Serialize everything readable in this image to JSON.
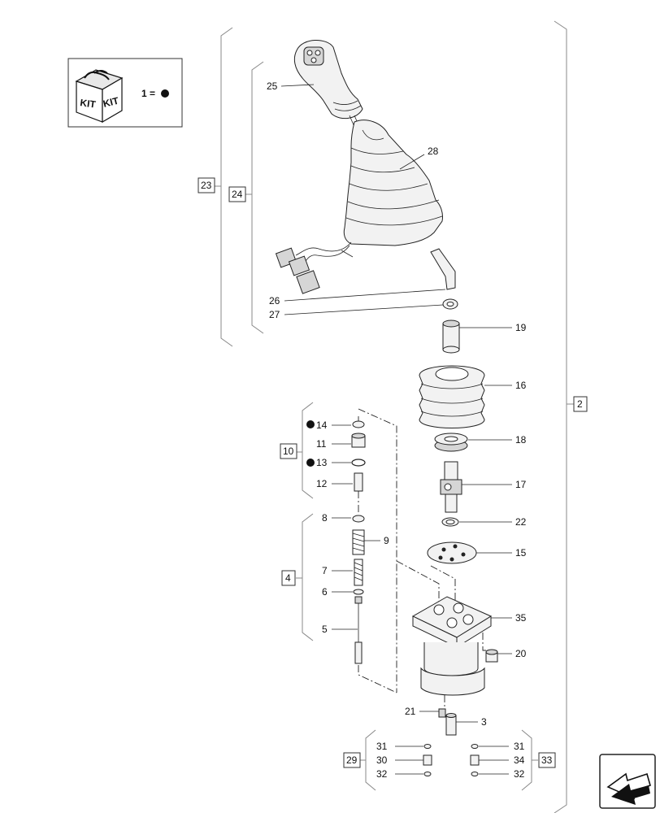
{
  "kit": {
    "badge": [
      "KIT",
      "KIT"
    ],
    "legend_text": "1 ="
  },
  "nav_icon": "arrow-back-icon",
  "callouts": [
    {
      "id": "c25",
      "label": "25"
    },
    {
      "id": "c28",
      "label": "28"
    },
    {
      "id": "c23",
      "label": "23",
      "boxed": true
    },
    {
      "id": "c24",
      "label": "24",
      "boxed": true
    },
    {
      "id": "c26",
      "label": "26"
    },
    {
      "id": "c27",
      "label": "27"
    },
    {
      "id": "c19",
      "label": "19"
    },
    {
      "id": "c16",
      "label": "16"
    },
    {
      "id": "c2",
      "label": "2",
      "boxed": true
    },
    {
      "id": "c14",
      "label": "14",
      "kit": true
    },
    {
      "id": "c11",
      "label": "11"
    },
    {
      "id": "c10",
      "label": "10",
      "boxed": true
    },
    {
      "id": "c13",
      "label": "13",
      "kit": true
    },
    {
      "id": "c12",
      "label": "12"
    },
    {
      "id": "c18",
      "label": "18"
    },
    {
      "id": "c17",
      "label": "17"
    },
    {
      "id": "c8",
      "label": "8"
    },
    {
      "id": "c9",
      "label": "9"
    },
    {
      "id": "c22",
      "label": "22"
    },
    {
      "id": "c15",
      "label": "15"
    },
    {
      "id": "c7",
      "label": "7"
    },
    {
      "id": "c4",
      "label": "4",
      "boxed": true
    },
    {
      "id": "c6",
      "label": "6"
    },
    {
      "id": "c35",
      "label": "35"
    },
    {
      "id": "c5",
      "label": "5"
    },
    {
      "id": "c20",
      "label": "20"
    },
    {
      "id": "c21",
      "label": "21"
    },
    {
      "id": "c3",
      "label": "3"
    },
    {
      "id": "c31a",
      "label": "31"
    },
    {
      "id": "c30",
      "label": "30"
    },
    {
      "id": "c29",
      "label": "29",
      "boxed": true
    },
    {
      "id": "c32a",
      "label": "32"
    },
    {
      "id": "c31b",
      "label": "31"
    },
    {
      "id": "c34",
      "label": "34"
    },
    {
      "id": "c33",
      "label": "33",
      "boxed": true
    },
    {
      "id": "c32b",
      "label": "32"
    }
  ]
}
